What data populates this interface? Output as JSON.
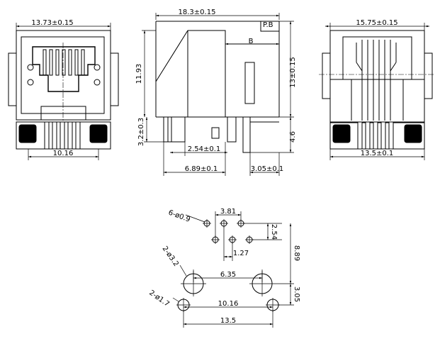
{
  "front_view": {
    "width_label": "13.73±0.15",
    "pin_pitch_label": "10.16"
  },
  "side_view": {
    "length_label": "18.3±0.15",
    "pb_label": "P.B",
    "b_label": "B",
    "height_label": "11.93",
    "total_height_label": "13±0.15",
    "post_label": "3.2±0.3",
    "pin_length_label": "4.6",
    "pin_pitch_label": "2.54±0.1",
    "row_offset_label": "6.89±0.1",
    "rear_label": "3.05±0.1"
  },
  "rear_view": {
    "width_label": "15.75±0.15",
    "base_label": "13.5±0.1"
  },
  "footprint": {
    "pin_holes_label": "6-ø0.9",
    "guide_holes_label": "2-ø3.2",
    "mount_holes_label": "2-ø1.7",
    "pitch_top_label": "3.81",
    "row_gap_label": "2.54",
    "pitch_bottom_label": "1.27",
    "height_label": "8.89",
    "guide_spacing_label": "6.35",
    "lower_offset_label": "3.05",
    "mount_spacing_label": "10.16",
    "overall_width_label": "13.5"
  }
}
